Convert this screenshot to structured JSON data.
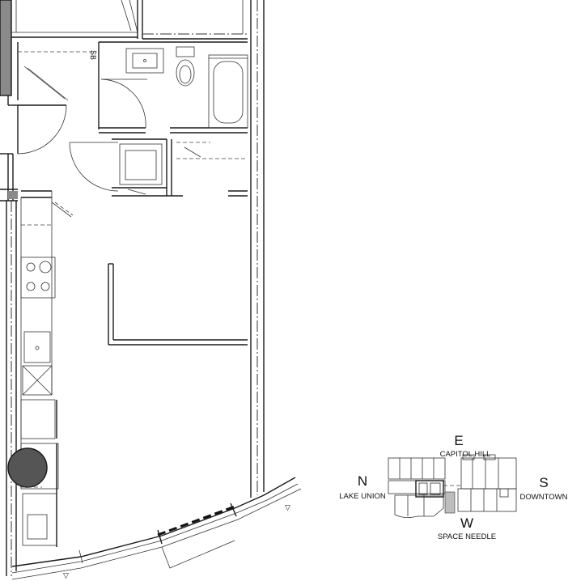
{
  "plan": {
    "closet_label": "SB"
  },
  "key_plan": {
    "east": {
      "letter": "E",
      "label": "CAPITOL HILL"
    },
    "north": {
      "letter": "N",
      "label": "LAKE UNION"
    },
    "south": {
      "letter": "S",
      "label": "DOWNTOWN"
    },
    "west": {
      "letter": "W",
      "label": "SPACE NEEDLE"
    },
    "highlight_color": "#bdbdbd"
  }
}
